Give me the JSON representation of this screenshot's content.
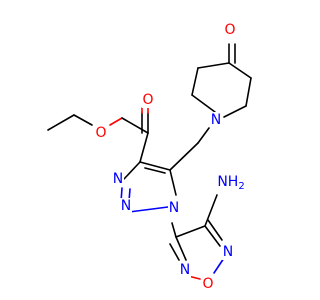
{
  "molecule": {
    "colors": {
      "carbon_bond": "#000000",
      "oxygen": "#ff0000",
      "nitrogen": "#0000ff",
      "background": "#ffffff"
    },
    "atom_labels": [
      {
        "id": "O_ketone",
        "text": "O",
        "element": "O"
      },
      {
        "id": "N_pip",
        "text": "N",
        "element": "N"
      },
      {
        "id": "O_carbonyl",
        "text": "O",
        "element": "O"
      },
      {
        "id": "O_ester",
        "text": "O",
        "element": "O"
      },
      {
        "id": "NH2",
        "text": "NH2",
        "element": "N"
      },
      {
        "id": "N3_triazole",
        "text": "N",
        "element": "N"
      },
      {
        "id": "N2_triazole",
        "text": "N",
        "element": "N"
      },
      {
        "id": "N1_triazole",
        "text": "N",
        "element": "N"
      },
      {
        "id": "N_furazan_right",
        "text": "N",
        "element": "N"
      },
      {
        "id": "N_furazan_left",
        "text": "N",
        "element": "N"
      },
      {
        "id": "O_furazan",
        "text": "O",
        "element": "O"
      }
    ]
  }
}
